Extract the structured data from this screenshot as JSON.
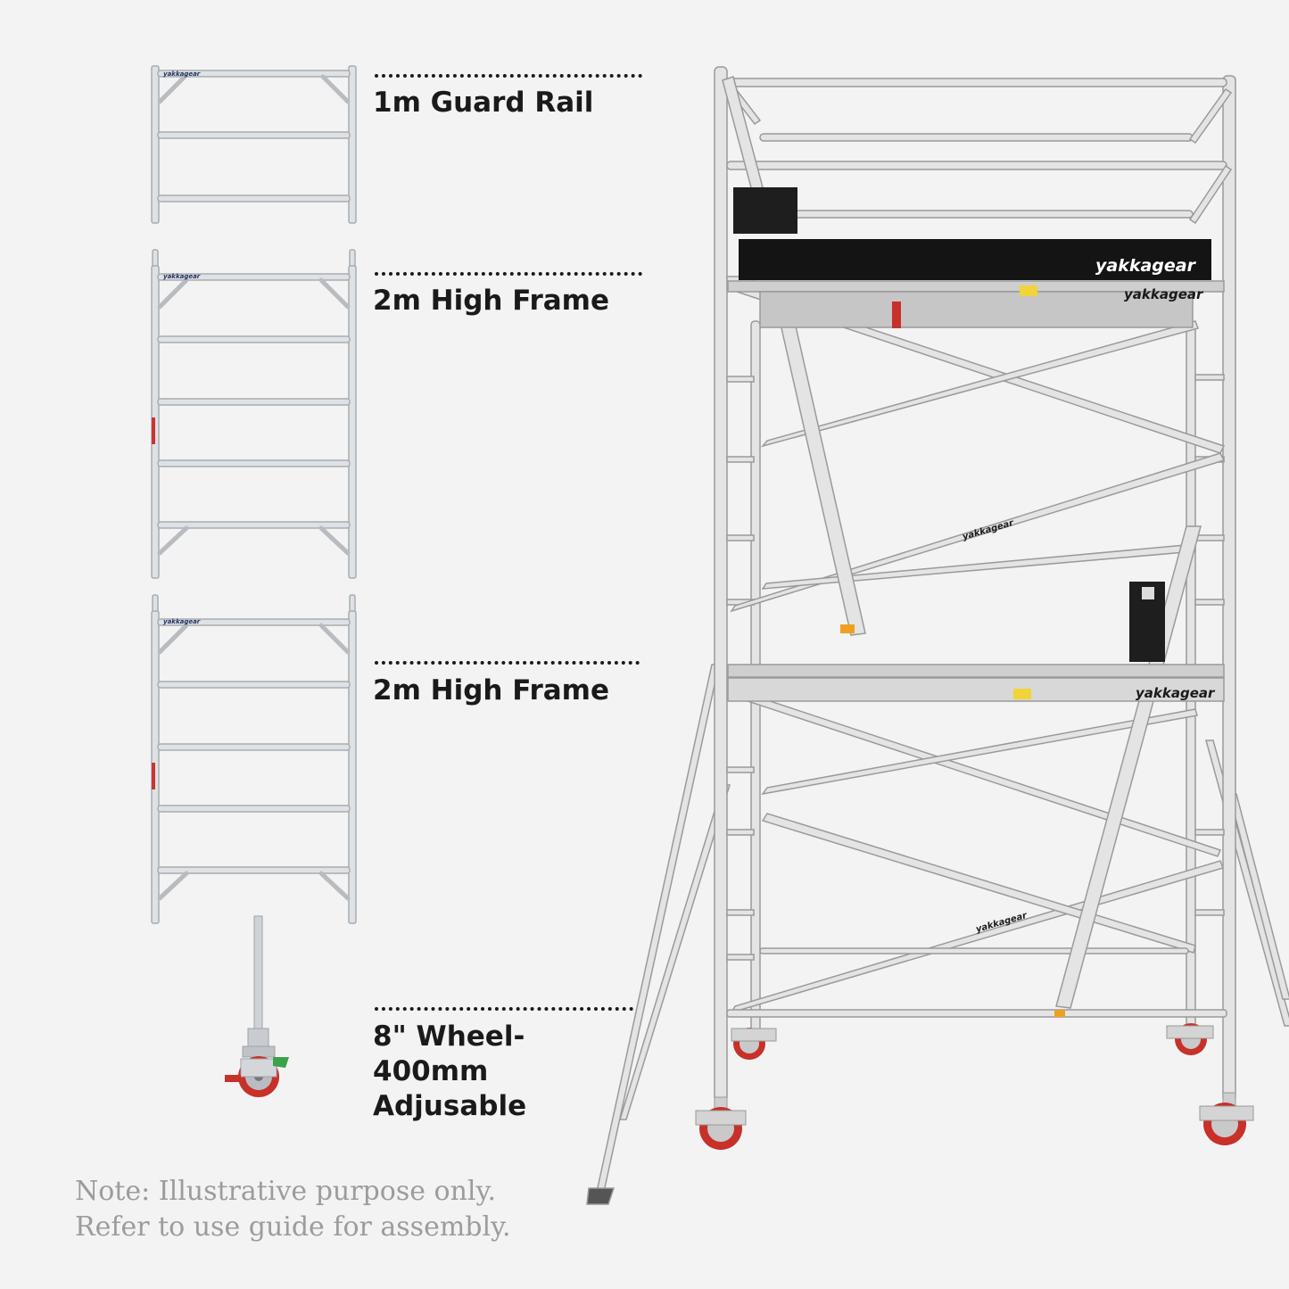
{
  "parts": [
    {
      "label": "1m Guard Rail",
      "icon": "guard-rail-frame-icon",
      "frame_brand": "yakkagear"
    },
    {
      "label": "2m High Frame",
      "icon": "ladder-frame-icon",
      "frame_brand": "yakkagear"
    },
    {
      "label": "2m High Frame",
      "icon": "ladder-frame-icon",
      "frame_brand": "yakkagear"
    },
    {
      "label_lines": [
        "8\" Wheel-",
        "400mm",
        "Adjusable"
      ],
      "icon": "castor-wheel-icon"
    }
  ],
  "tower": {
    "brand_text": "yakkagear",
    "colors": {
      "frame": "#d9d9d9",
      "outline": "#9a9a9a",
      "toeboard": "#141414",
      "wheel": "#c8302a"
    }
  },
  "note": {
    "line1": "Note: Illustrative purpose only.",
    "line2": "Refer to use guide for assembly."
  }
}
